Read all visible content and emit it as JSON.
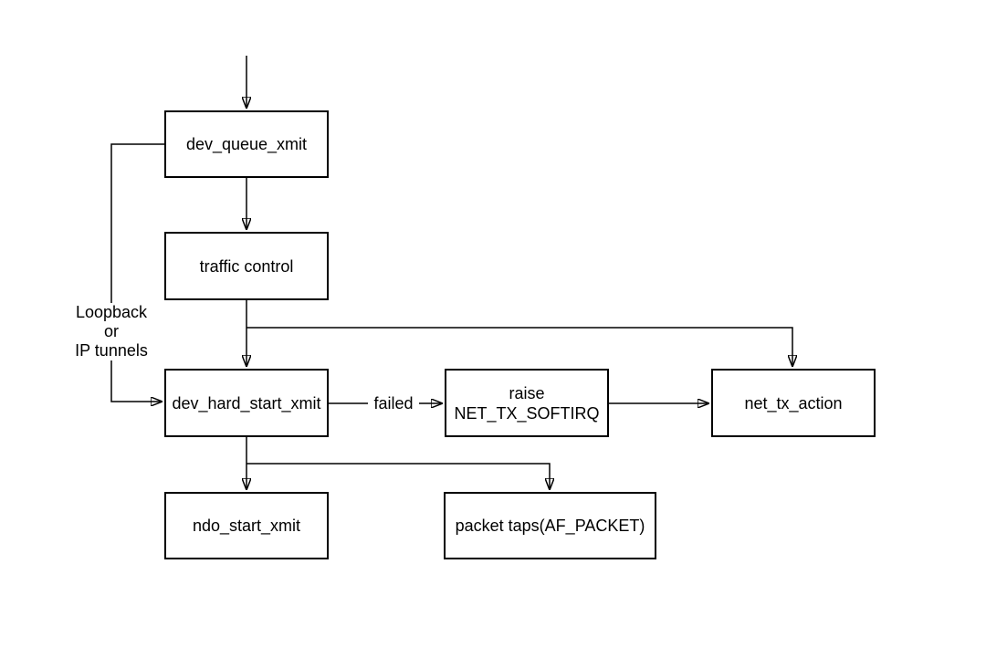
{
  "colors": {
    "background": "#ffffff",
    "node_fill": "#ffffff",
    "stroke": "#000000",
    "text": "#000000"
  },
  "diagram": {
    "nodes": [
      {
        "id": "dev_queue_xmit",
        "label": "dev_queue_xmit"
      },
      {
        "id": "traffic_control",
        "label": "traffic control"
      },
      {
        "id": "dev_hard_start_xmit",
        "label": "dev_hard_start_xmit"
      },
      {
        "id": "raise_net_tx_softirq",
        "label": "raise\nNET_TX_SOFTIRQ"
      },
      {
        "id": "net_tx_action",
        "label": "net_tx_action"
      },
      {
        "id": "ndo_start_xmit",
        "label": "ndo_start_xmit"
      },
      {
        "id": "packet_taps",
        "label": "packet taps(AF_PACKET)"
      }
    ],
    "edge_labels": {
      "loopback": "Loopback\nor\nIP tunnels",
      "failed": "failed"
    },
    "edges": [
      {
        "from": "entry",
        "to": "dev_queue_xmit",
        "label": ""
      },
      {
        "from": "dev_queue_xmit",
        "to": "traffic_control",
        "label": ""
      },
      {
        "from": "traffic_control",
        "to": "dev_hard_start_xmit",
        "label": ""
      },
      {
        "from": "traffic_control",
        "to": "net_tx_action",
        "label": ""
      },
      {
        "from": "dev_queue_xmit",
        "to": "dev_hard_start_xmit",
        "label": "Loopback or IP tunnels"
      },
      {
        "from": "dev_hard_start_xmit",
        "to": "raise_net_tx_softirq",
        "label": "failed"
      },
      {
        "from": "raise_net_tx_softirq",
        "to": "net_tx_action",
        "label": ""
      },
      {
        "from": "dev_hard_start_xmit",
        "to": "ndo_start_xmit",
        "label": ""
      },
      {
        "from": "dev_hard_start_xmit",
        "to": "packet_taps",
        "label": ""
      }
    ]
  }
}
